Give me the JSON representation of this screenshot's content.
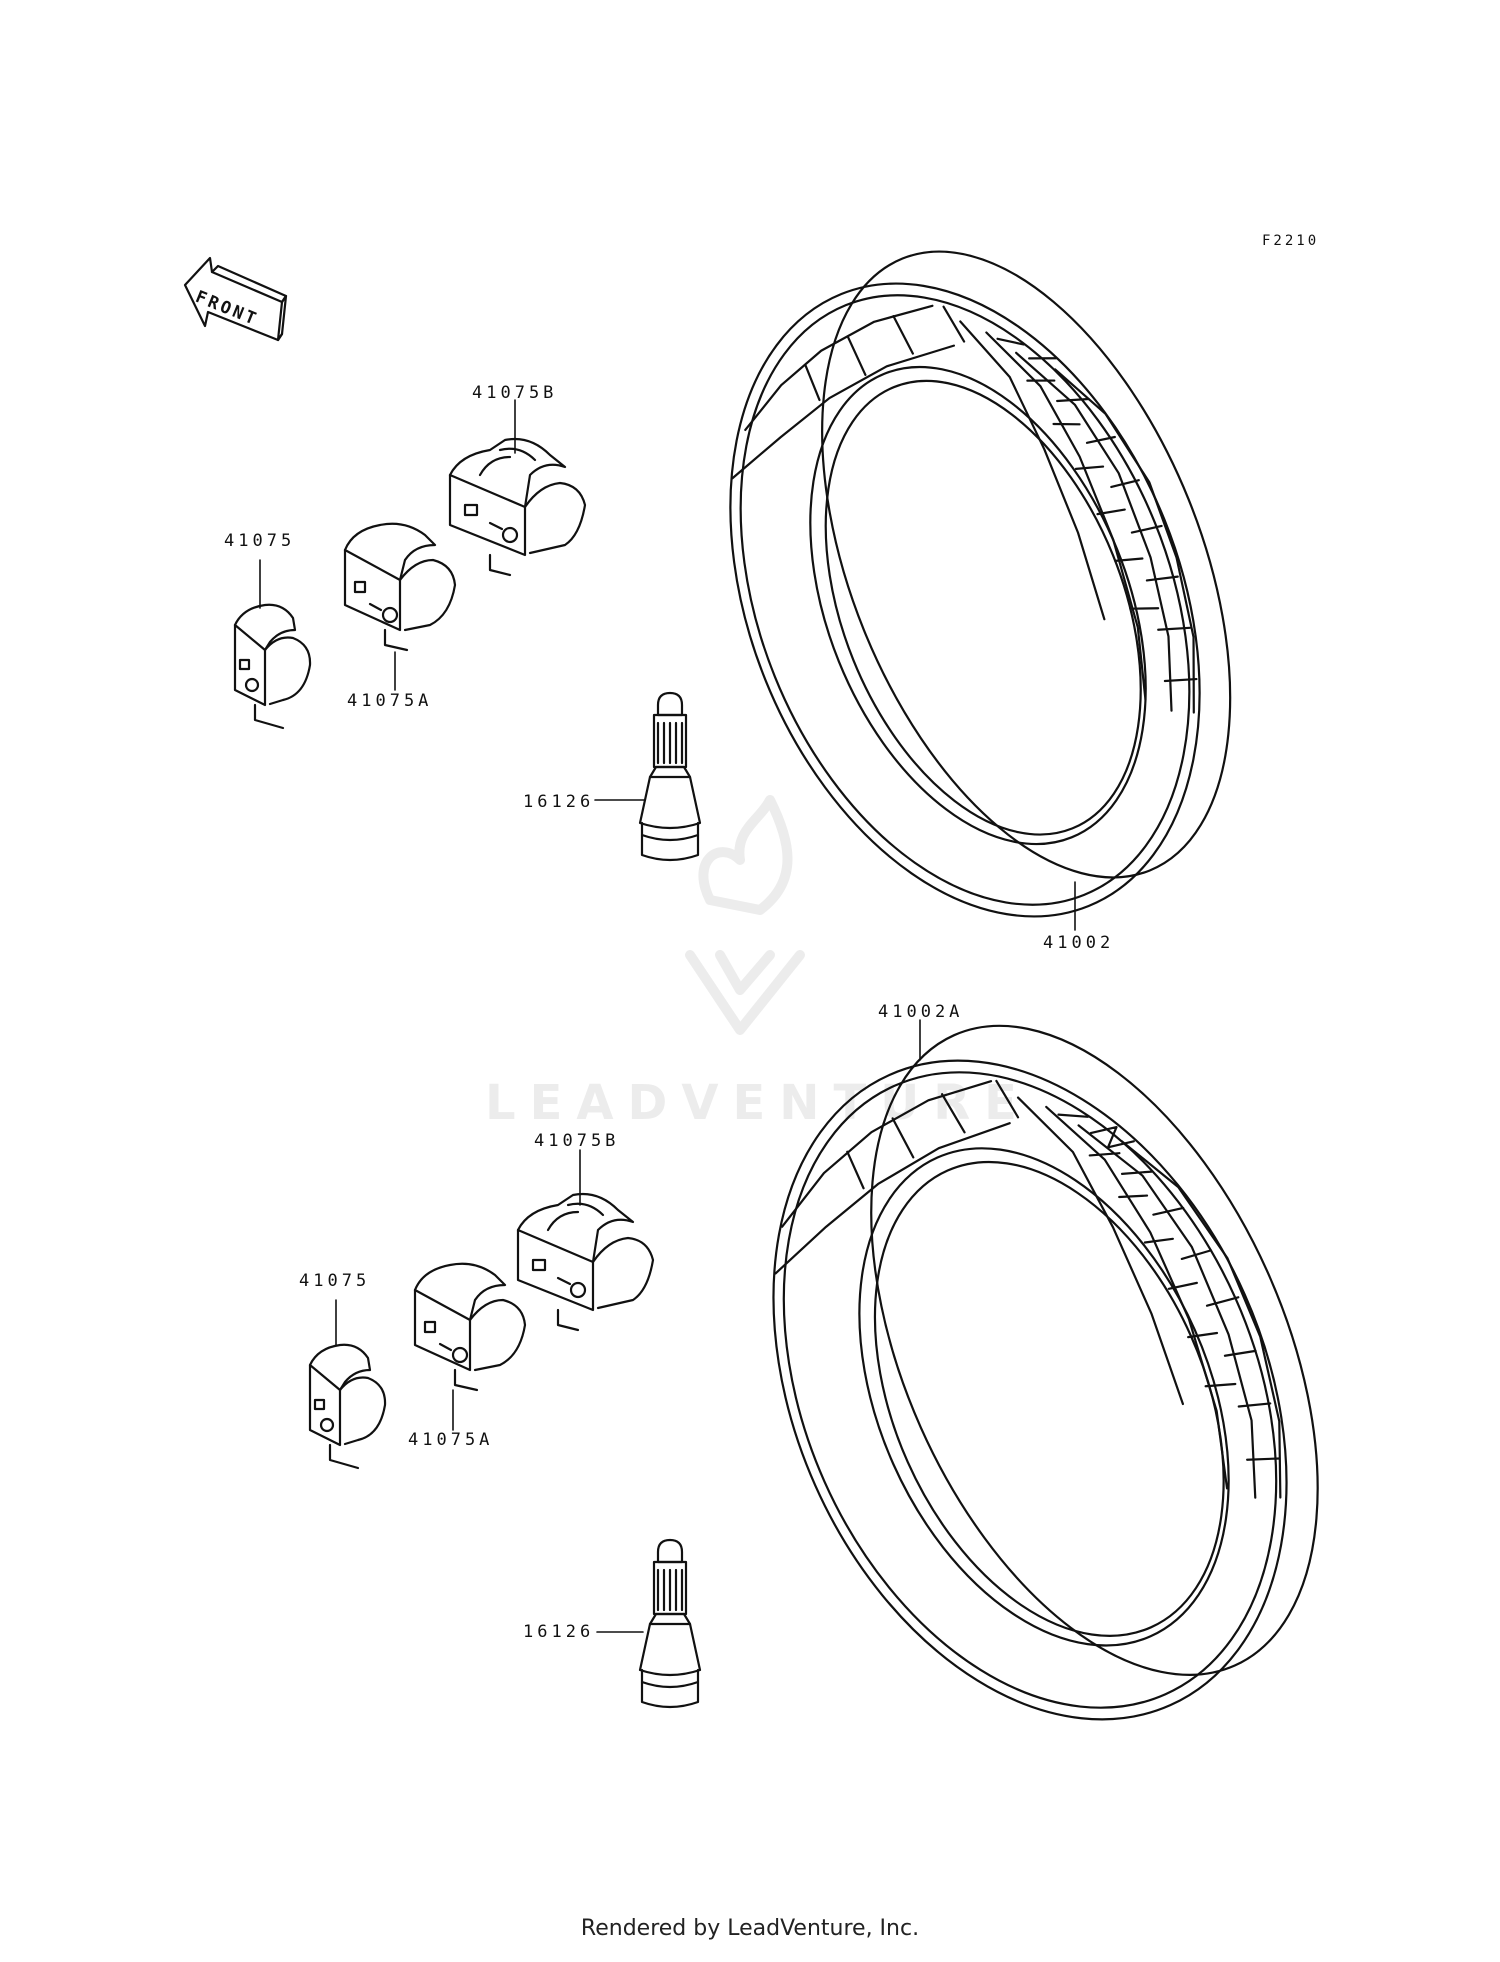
{
  "diagram_code": "F2210",
  "front_arrow_text": "FRONT",
  "watermark_text": "LEADVENTURE",
  "footer_text": "Rendered by LeadVenture, Inc.",
  "upper_group": {
    "tire_label": "41002",
    "weight_b_label": "41075B",
    "weight_label": "41075",
    "weight_a_label": "41075A",
    "valve_label": "16126"
  },
  "lower_group": {
    "tire_label": "41002A",
    "weight_b_label": "41075B",
    "weight_label": "41075",
    "weight_a_label": "41075A",
    "valve_label": "16126"
  },
  "colors": {
    "line": "#111111",
    "watermark": "#ececec"
  }
}
